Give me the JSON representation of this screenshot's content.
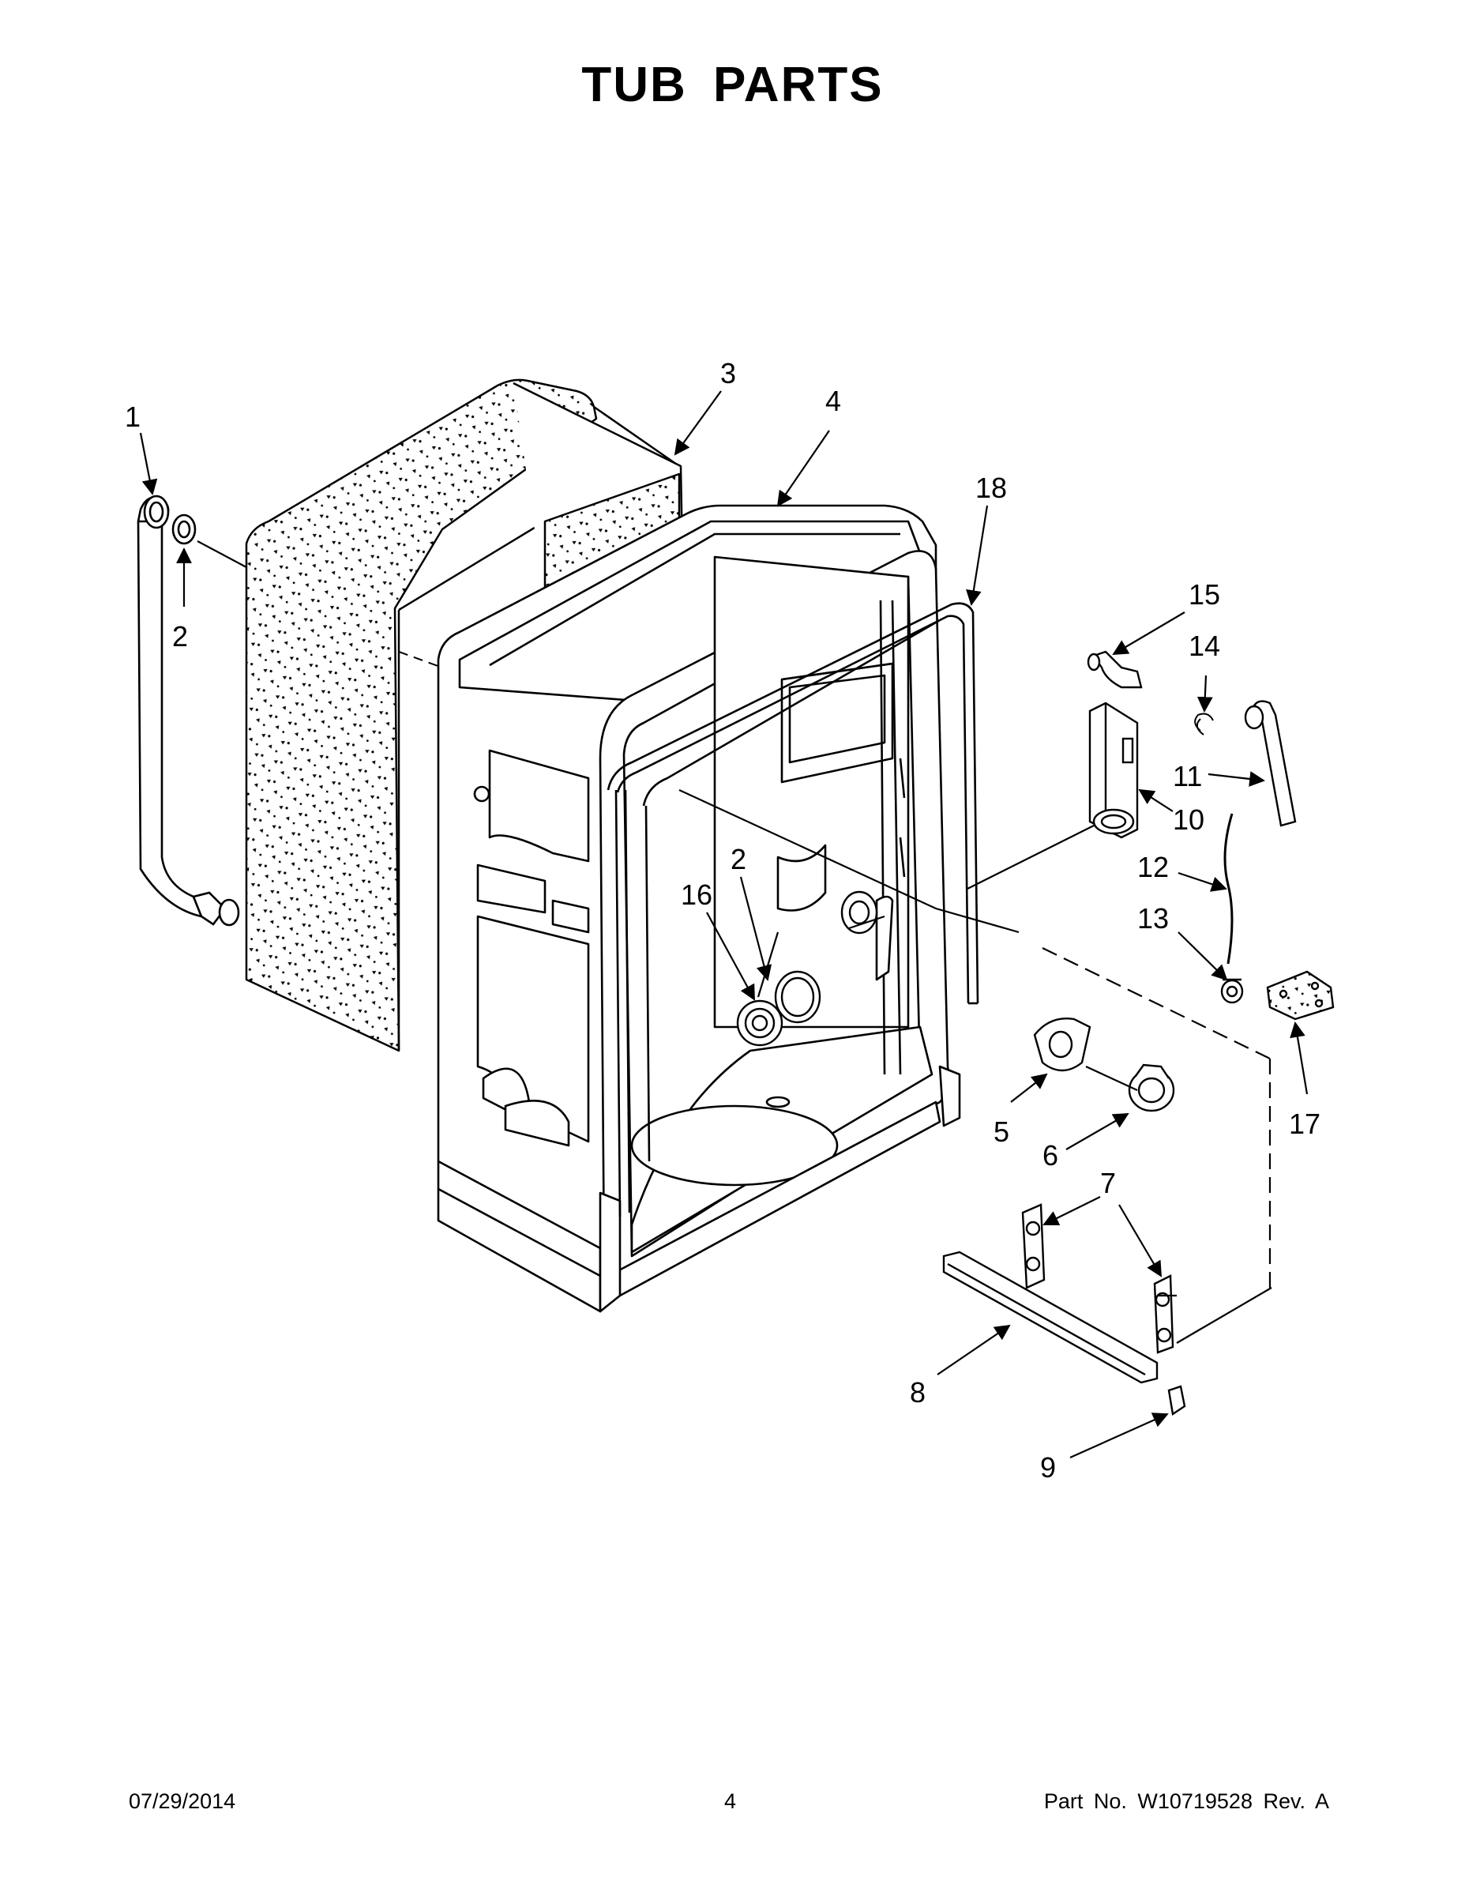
{
  "title": "TUB PARTS",
  "callouts": [
    {
      "id": "c1",
      "label": "1"
    },
    {
      "id": "c2a",
      "label": "2"
    },
    {
      "id": "c3",
      "label": "3"
    },
    {
      "id": "c4",
      "label": "4"
    },
    {
      "id": "c18",
      "label": "18"
    },
    {
      "id": "c15",
      "label": "15"
    },
    {
      "id": "c14",
      "label": "14"
    },
    {
      "id": "c11",
      "label": "11"
    },
    {
      "id": "c10",
      "label": "10"
    },
    {
      "id": "c12",
      "label": "12"
    },
    {
      "id": "c13",
      "label": "13"
    },
    {
      "id": "c16",
      "label": "16"
    },
    {
      "id": "c2b",
      "label": "2"
    },
    {
      "id": "c5",
      "label": "5"
    },
    {
      "id": "c6",
      "label": "6"
    },
    {
      "id": "c17",
      "label": "17"
    },
    {
      "id": "c7",
      "label": "7"
    },
    {
      "id": "c8",
      "label": "8"
    },
    {
      "id": "c9",
      "label": "9"
    }
  ],
  "footer": {
    "date": "07/29/2014",
    "page": "4",
    "part": "Part No.  W10719528  Rev.  A"
  },
  "colors": {
    "line": "#000000",
    "background": "#ffffff",
    "insulation_dots": "#000000"
  }
}
